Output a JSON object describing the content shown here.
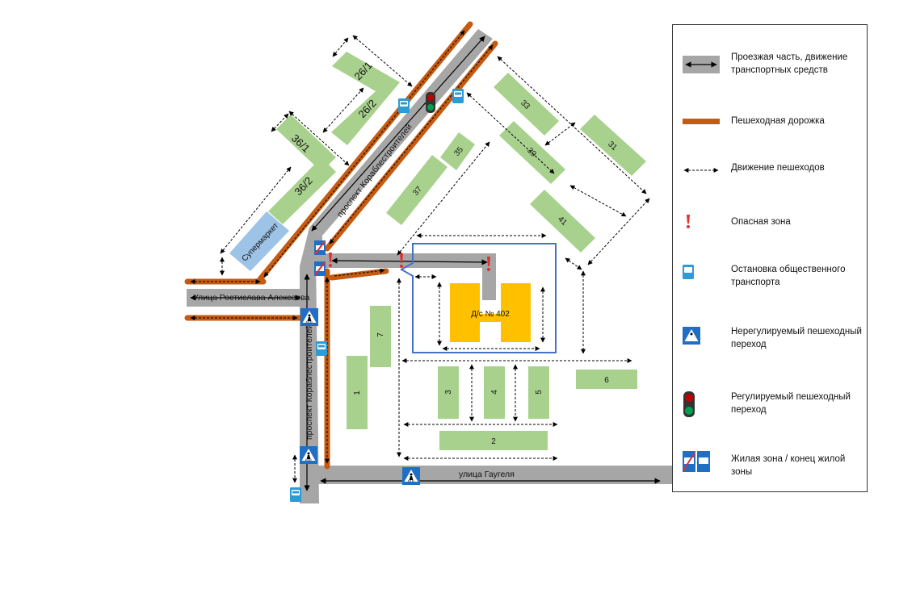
{
  "map": {
    "streets": {
      "avenue_diag": "проспект Кораблестроителей",
      "avenue_vert": "проспект Кораблестроителей",
      "rostislav": "Улица Ростислава Алексеева",
      "gaugel": "улица Гаугеля"
    },
    "buildings": {
      "b26_1": "26/1",
      "b26_2": "26/2",
      "b36_1": "36/1",
      "b36_2": "36/2",
      "b33": "33",
      "b31": "31",
      "b39": "39",
      "b41": "41",
      "b35": "35",
      "b37": "37",
      "b1": "1",
      "b2": "2",
      "b3": "3",
      "b4": "4",
      "b5": "5",
      "b6": "6",
      "b7": "7",
      "supermarket": "Супермаркет",
      "kindergarten": "Д/с № 402"
    },
    "colors": {
      "road": "#a6a6a6",
      "footpath": "#c55a11",
      "building": "#a9d18e",
      "kindergarten": "#ffc000",
      "supermarket": "#9dc3e6",
      "boundary": "#4472c4",
      "danger": "#e03030"
    }
  },
  "legend": {
    "items": [
      {
        "icon": "road-symbol",
        "text": "Проезжая часть, движение транспортных средств"
      },
      {
        "icon": "footpath-symbol",
        "text": "Пешеходная дорожка"
      },
      {
        "icon": "pedestrian-arrow-symbol",
        "text": "Движение пешеходов"
      },
      {
        "icon": "danger-icon",
        "text": "Опасная зона"
      },
      {
        "icon": "bus-stop-icon",
        "text": "Остановка общественного транспорта"
      },
      {
        "icon": "crosswalk-icon",
        "text": "Нерегулируемый пешеходный переход"
      },
      {
        "icon": "traffic-light-icon",
        "text": "Регулируемый пешеходный переход"
      },
      {
        "icon": "residential-zone-icon",
        "text": "Жилая зона / конец жилой зоны"
      }
    ]
  }
}
